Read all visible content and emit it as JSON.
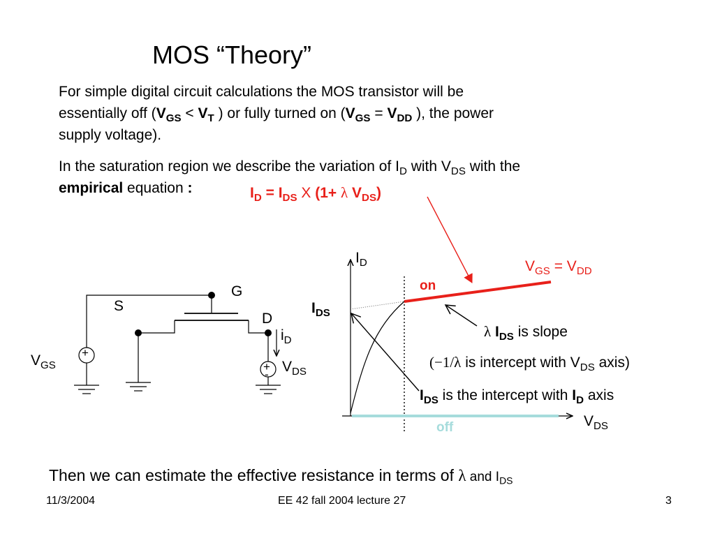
{
  "slide": {
    "title": "MOS “Theory”",
    "para1": {
      "line1": "For simple digital circuit calculations the MOS transistor will be",
      "l2_a": "essentially off (",
      "vgs_v": "V",
      "vgs_sub": "GS",
      "l2_lt": " < ",
      "vt_v": "V",
      "vt_sub": "T",
      "l2_b": " ) or fully turned on (",
      "vgs2_v": "V",
      "vgs2_sub": "GS",
      "l2_eq": " = ",
      "vdd_v": "V",
      "vdd_sub": "DD",
      "l2_c": " ), the power",
      "line3": "supply voltage)."
    },
    "para2": {
      "l1_a": "In the saturation region we describe the variation of I",
      "l1_id_sub": "D",
      "l1_b": " with V",
      "l1_vds_sub": "DS",
      "l1_c": " with the",
      "l2_bold": "empirical",
      "l2_rest": " equation ",
      "l2_colon": ":"
    },
    "equation": {
      "id": "I",
      "id_sub": "D",
      "eq": " = I",
      "ids_sub": "DS",
      "x": " X ",
      "paren": "(1+ ",
      "lambda": "λ",
      "v": " V",
      "vds_sub": "DS",
      "close": ")"
    },
    "circuit": {
      "g": "G",
      "s": "S",
      "d": "D",
      "id_i": "i",
      "id_sub": "D",
      "vgs_v": "V",
      "vgs_sub": "GS",
      "vds_v": "V",
      "vds_sub": "DS",
      "plus": "+",
      "minus": "-"
    },
    "graph": {
      "y_axis_i": "I",
      "y_axis_sub": "D",
      "x_axis_v": "V",
      "x_axis_sub": "DS",
      "ids_i": "I",
      "ids_sub": "DS",
      "vgs_v": "V",
      "vgs_sub": "GS",
      "vgs_eq": " = V",
      "vdd_sub": "DD",
      "on": "on",
      "off": "off",
      "slope_lambda": "λ",
      "slope_i": " I",
      "slope_sub": "DS",
      "slope_text": " is slope",
      "int_open": "(−",
      "int_frac": "1/λ",
      "int_text": " is intercept with V",
      "int_sub": "DS",
      "int_close": " axis)",
      "idsint_i": "I",
      "idsint_sub": "DS",
      "idsint_text": " is the intercept with ",
      "idsint_id": "I",
      "idsint_id_sub": "D",
      "idsint_end": " axis"
    },
    "bottom": {
      "text": "Then we can estimate the  effective resistance in terms of ",
      "lambda": "λ",
      "and": "  and I",
      "sub": "DS"
    },
    "footer": {
      "date": "11/3/2004",
      "course": "EE 42 fall 2004 lecture 27",
      "page": "3"
    },
    "colors": {
      "accent_red": "#e8201a",
      "off_cyan": "#a6dcdc",
      "text": "#000000"
    }
  }
}
